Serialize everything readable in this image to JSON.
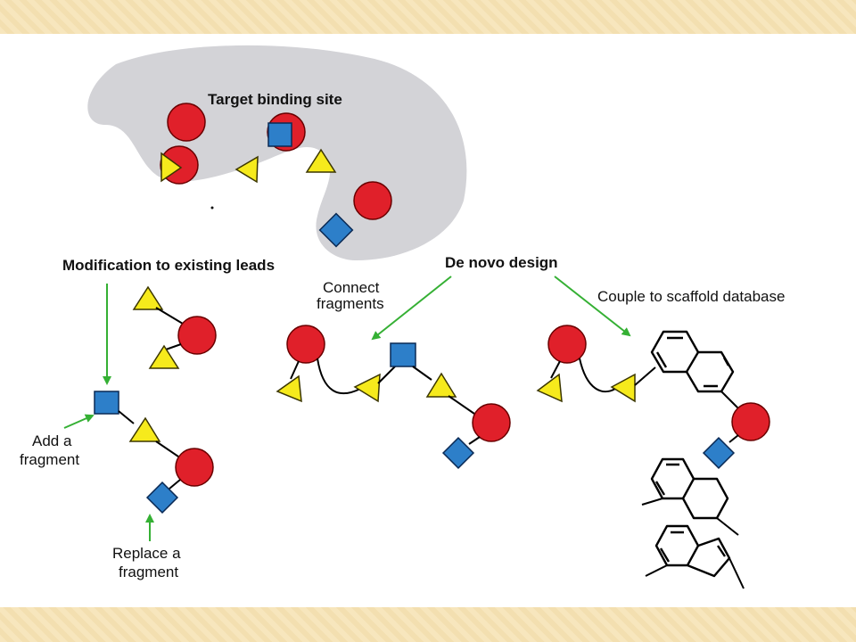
{
  "labels": {
    "target_site": "Target binding site",
    "modification": "Modification to existing leads",
    "de_novo": "De novo design",
    "connect_line1": "Connect",
    "connect_line2": "fragments",
    "couple": "Couple to scaffold database",
    "add_line1": "Add a",
    "add_line2": "fragment",
    "replace_line1": "Replace a",
    "replace_line2": "fragment"
  },
  "colors": {
    "fragment_circle": "#e0202a",
    "fragment_square": "#2d7fc9",
    "fragment_triangle": "#f6ea1c",
    "arrow": "#35b034",
    "binding_site": "#d3d3d7",
    "background": "#f6e7c2"
  }
}
